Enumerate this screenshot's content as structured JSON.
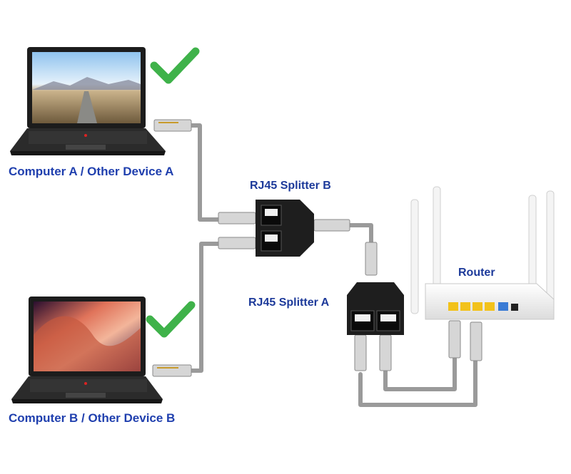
{
  "labels": {
    "computer_a": "Computer A  / Other Device A",
    "computer_b": "Computer B  / Other Device B",
    "splitter_b": "RJ45 Splitter B",
    "splitter_a": "RJ45 Splitter A",
    "router": "Router"
  },
  "colors": {
    "label_text": "#1f3fae",
    "checkmark": "#3fb24a",
    "cable": "#9a9a9a",
    "splitter_body": "#1e1e1e",
    "router_body": "#f2f2f2",
    "lan_port": "#f2c21b",
    "wan_port": "#3a7bd5"
  },
  "icons": [
    "laptop-icon",
    "check-icon",
    "rj45-plug-icon",
    "splitter-icon",
    "router-icon"
  ]
}
